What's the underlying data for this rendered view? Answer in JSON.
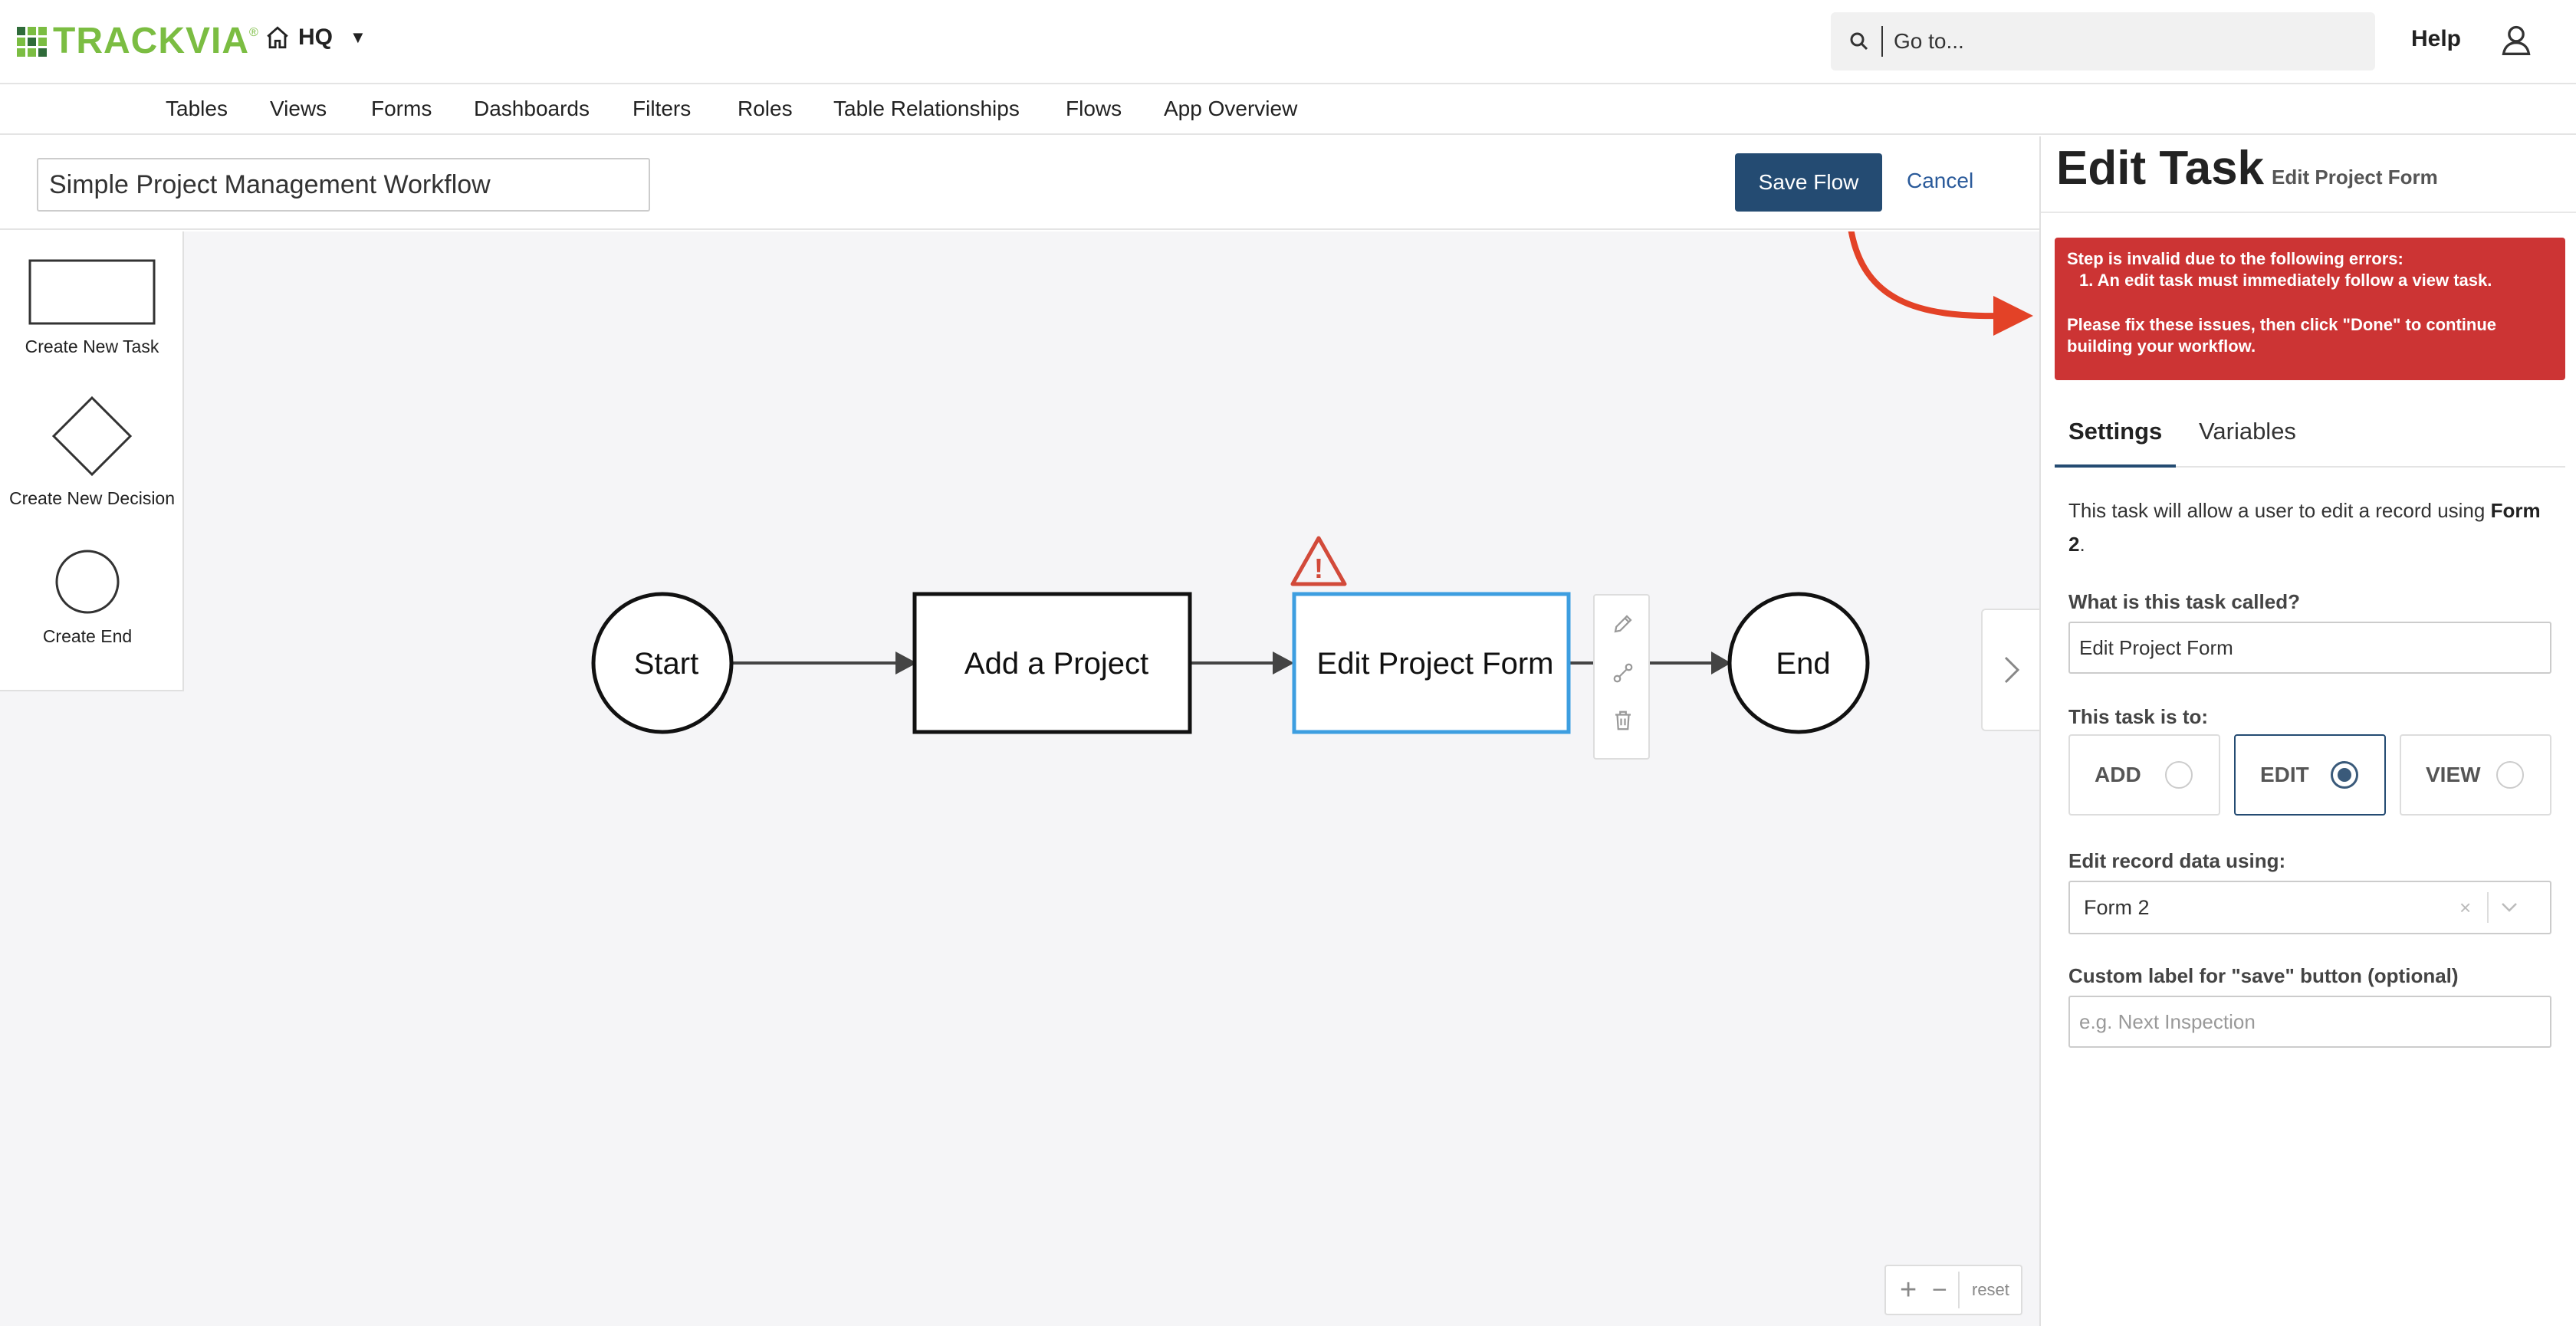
{
  "brand": {
    "logo_text": "TRACKVIA",
    "registered_mark": "®"
  },
  "app": {
    "name": "HQ",
    "caret": "▼"
  },
  "search": {
    "placeholder": "Go to..."
  },
  "header": {
    "help_label": "Help"
  },
  "nav": {
    "items": [
      "Tables",
      "Views",
      "Forms",
      "Dashboards",
      "Filters",
      "Roles",
      "Table Relationships",
      "Flows",
      "App Overview"
    ]
  },
  "flow": {
    "name": "Simple Project Management Workflow",
    "save_label": "Save Flow",
    "cancel_label": "Cancel"
  },
  "palette": {
    "task_label": "Create New Task",
    "decision_label": "Create New Decision",
    "end_label": "Create End"
  },
  "diagram": {
    "start_label": "Start",
    "task1_label": "Add a Project",
    "task2_label": "Edit Project Form",
    "end_label": "End",
    "warning_symbol": "!"
  },
  "zoom": {
    "plus": "+",
    "minus": "−",
    "reset": "reset"
  },
  "panel": {
    "title": "Edit Task",
    "subtitle": "Edit Project Form",
    "error": {
      "heading": "Step is invalid due to the following errors:",
      "item": "1. An edit task must immediately follow a view task.",
      "fix": "Please fix these issues, then click \"Done\" to continue building your workflow."
    },
    "tabs": {
      "settings": "Settings",
      "variables": "Variables"
    },
    "description_prefix": "This task will allow a user to edit a record using",
    "description_form": "Form 2",
    "description_suffix": ".",
    "task_name_label": "What is this task called?",
    "task_name_value": "Edit Project Form",
    "task_type_label": "This task is to:",
    "task_types": {
      "add": "ADD",
      "edit": "EDIT",
      "view": "VIEW"
    },
    "selected_type": "EDIT",
    "form_label": "Edit record data using:",
    "form_value": "Form 2",
    "form_clear": "×",
    "custom_label": "Custom label for \"save\" button (optional)",
    "custom_placeholder": "e.g. Next Inspection"
  },
  "colors": {
    "accent": "#244b72",
    "error": "#cc3434",
    "selected_node": "#3d9ee0",
    "annotation_arrow": "#e34227",
    "warning": "#d24a3a",
    "logo_green": "#7bbd42"
  },
  "icons": [
    "home-icon",
    "search-icon",
    "user-icon",
    "pencil-icon",
    "connect-icon",
    "trash-icon",
    "chevron-right-icon",
    "warning-icon",
    "chevron-down-icon"
  ]
}
